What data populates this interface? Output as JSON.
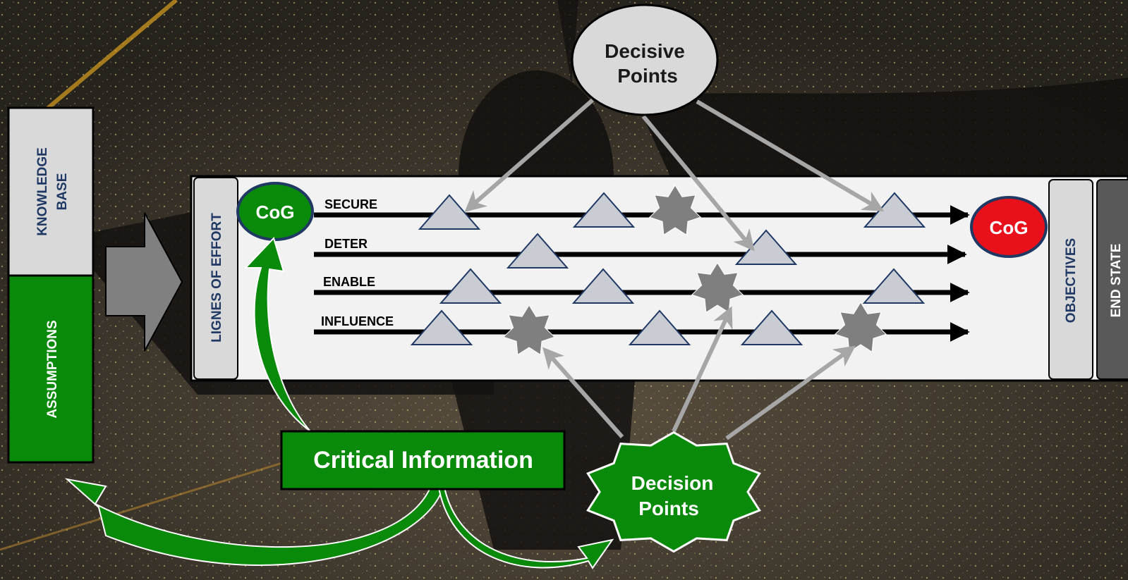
{
  "decisive_points": {
    "line1": "Decisive",
    "line2": "Points"
  },
  "knowledge_base": {
    "line1": "KNOWLEDGE",
    "line2": "BASE"
  },
  "assumptions": "ASSUMPTIONS",
  "lines_of_effort_label": "LIGNES OF EFFORT",
  "cog_left": "CoG",
  "cog_right": "CoG",
  "lines": [
    {
      "label": "SECURE"
    },
    {
      "label": "DETER"
    },
    {
      "label": "ENABLE"
    },
    {
      "label": "INFLUENCE"
    }
  ],
  "objectives": "OBJECTIVES",
  "end_state": "END STATE",
  "critical_information": "Critical Information",
  "decision_points": {
    "line1": "Decision",
    "line2": "Points"
  },
  "colors": {
    "green": "#0a8a0a",
    "red": "#e8101a",
    "panel": "#f2f2f2",
    "triangle_fill": "#c9ccd3",
    "triangle_stroke": "#1f3864",
    "star_fill": "#7f7f7f",
    "arrow_gray": "#a6a6a6",
    "dark_gray": "#595959"
  }
}
